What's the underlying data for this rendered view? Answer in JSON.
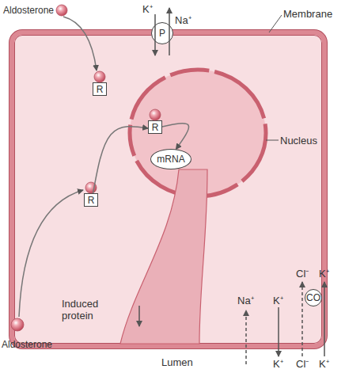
{
  "diagram": {
    "nodes": [
      {
        "text": [
          "Membrane"
        ]
      },
      {
        "text": [
          "P"
        ],
        "in": 0
      },
      {
        "text": [
          "R"
        ],
        "in": 0
      },
      {
        "text": [
          "Nucleus"
        ],
        "in": 0
      },
      {
        "text": [
          "R"
        ],
        "in": 3
      },
      {
        "text": [
          "mRNA"
        ],
        "in": 3
      },
      {
        "text": [
          "R"
        ],
        "in": 0
      },
      {
        "text": [
          "CO"
        ],
        "in": 0
      }
    ],
    "edges": [
      {
        "from": 6,
        "to": 4,
        "arrow": "to"
      },
      {
        "from": 4,
        "to": 5,
        "arrow": "to"
      }
    ],
    "labels": [
      "Aldosterone",
      "K⁺",
      "Na⁺",
      "Induced protein",
      "Cl⁻",
      "K⁺",
      "Na⁺",
      "K⁺",
      "Lumen",
      "Cl⁻",
      "K⁺",
      "K⁺",
      "Aldosterone"
    ]
  }
}
